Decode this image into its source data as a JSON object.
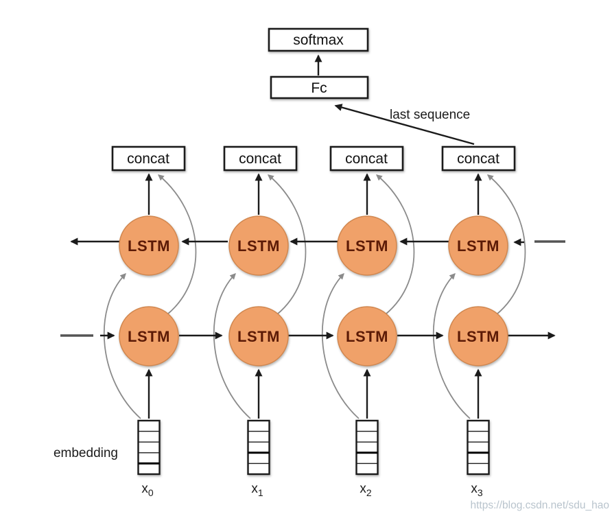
{
  "diagram": {
    "output_head": {
      "softmax_label": "softmax",
      "fc_label": "Fc"
    },
    "annotations": {
      "last_sequence": "last sequence",
      "embedding": "embedding"
    },
    "concat_nodes": [
      {
        "label": "concat"
      },
      {
        "label": "concat"
      },
      {
        "label": "concat"
      },
      {
        "label": "concat"
      }
    ],
    "backward_layer": [
      {
        "label": "LSTM"
      },
      {
        "label": "LSTM"
      },
      {
        "label": "LSTM"
      },
      {
        "label": "LSTM"
      }
    ],
    "forward_layer": [
      {
        "label": "LSTM"
      },
      {
        "label": "LSTM"
      },
      {
        "label": "LSTM"
      },
      {
        "label": "LSTM"
      }
    ],
    "inputs": [
      {
        "base": "x",
        "sub": "0"
      },
      {
        "base": "x",
        "sub": "1"
      },
      {
        "base": "x",
        "sub": "2"
      },
      {
        "base": "x",
        "sub": "3"
      }
    ],
    "watermark": "https://blog.csdn.net/sdu_hao"
  },
  "colors": {
    "lstm_fill": "#F0A169",
    "lstm_border": "#D1874F",
    "lstm_text": "#5B1A06",
    "line_black": "#1B1B1B",
    "curve_gray": "#8B8B8B",
    "stub_gray": "#555555",
    "watermark_gray": "#B9C4CD"
  }
}
